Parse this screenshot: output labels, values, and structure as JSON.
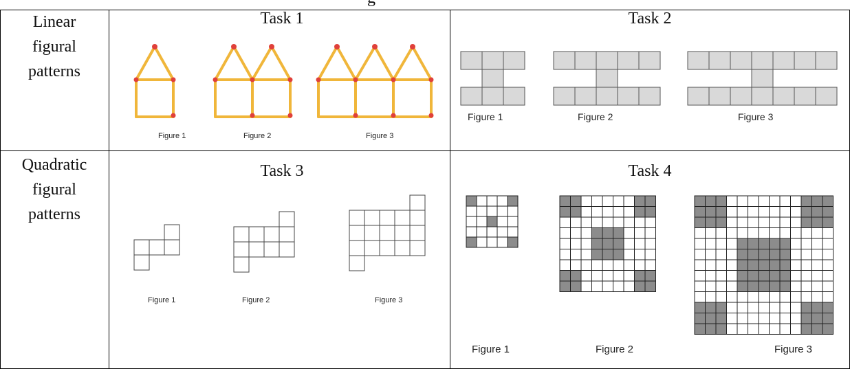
{
  "top_fragment": "g",
  "rows": [
    {
      "label_lines": [
        "Linear",
        "figural",
        "patterns"
      ]
    },
    {
      "label_lines": [
        "Quadratic",
        "figural",
        "patterns"
      ]
    }
  ],
  "tasks": [
    {
      "title": "Task 1",
      "figures": [
        "Figure 1",
        "Figure 2",
        "Figure 3"
      ]
    },
    {
      "title": "Task 2",
      "figures": [
        "Figure 1",
        "Figure 2",
        "Figure 3"
      ]
    },
    {
      "title": "Task 3",
      "figures": [
        "Figure 1",
        "Figure 2",
        "Figure 3"
      ]
    },
    {
      "title": "Task 4",
      "figures": [
        "Figure 1",
        "Figure 2",
        "Figure 3"
      ]
    }
  ],
  "colors": {
    "matchstick": "#f0b63a",
    "match_head": "#e0403a",
    "task2_fill": "#d9d9d9",
    "task4_dark": "#8c8c8c",
    "grid_line": "#000000"
  }
}
